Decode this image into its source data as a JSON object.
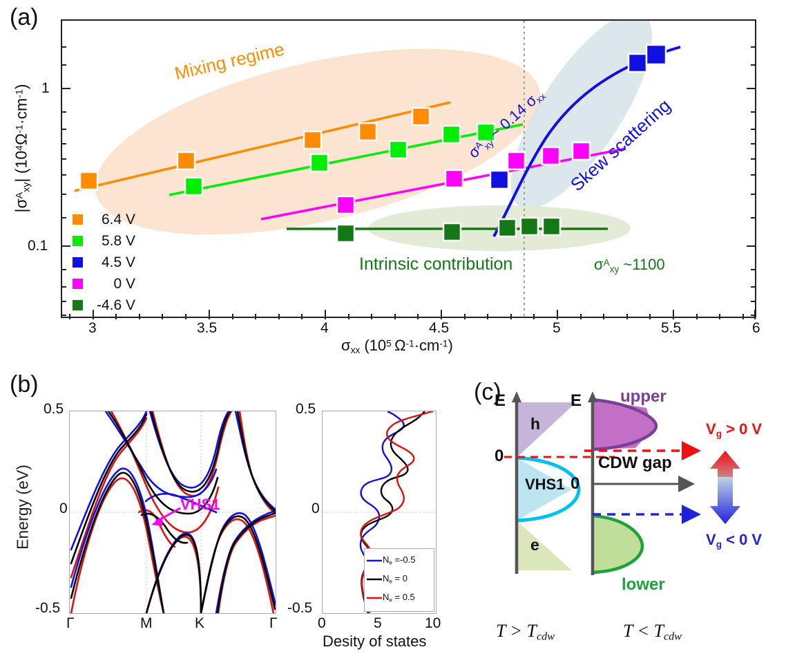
{
  "figure": {
    "panel_a_label": "(a)",
    "panel_b_label": "(b)",
    "panel_c_label": "(c)"
  },
  "panel_a": {
    "y_axis_title_parts": {
      "sigma": "σ",
      "sup": "A",
      "sub": "xy",
      "units_pre": "| (10",
      "units_exp": "4",
      "units_mid": "Ω",
      "units_exp2": "-1",
      "units_mid2": "·cm",
      "units_exp3": "-1",
      "units_close": ")"
    },
    "x_axis_title": "σxx (105 Ω-1·cm-1)",
    "x_ticks": [
      "3",
      "3.5",
      "4",
      "4.5",
      "5",
      "5.5",
      "6"
    ],
    "y_ticks": [
      "1",
      "0.1"
    ],
    "xlim": [
      3,
      6
    ],
    "ylim": [
      0.055,
      1.55
    ],
    "guide_line_x": 5,
    "annotations": {
      "mixing": "Mixing regime",
      "skew": "Skew scattering",
      "intrinsic": "Intrinsic contribution",
      "skew_formula": "~ 0.14",
      "skew_formula_sigma": "σ",
      "skew_formula_sup": "A",
      "skew_formula_sub": "xy",
      "skew_formula_tail_sigma": "σ",
      "skew_formula_tail_sub": "xx",
      "intrinsic_formula_sigma": "σ",
      "intrinsic_formula_sup": "A",
      "intrinsic_formula_sub": "xy",
      "intrinsic_formula_val": "~1100"
    },
    "legend": [
      {
        "label": "6.4 V",
        "color": "#FF8C00"
      },
      {
        "label": "5.8 V",
        "color": "#00EE00"
      },
      {
        "label": "4.5 V",
        "color": "#1010E0"
      },
      {
        "label": "0 V",
        "color": "#FF00FF"
      },
      {
        "label": "-4.6 V",
        "color": "#147814"
      }
    ],
    "colors": {
      "orange": "#FF8C00",
      "green": "#00EE00",
      "blue": "#1010E0",
      "magenta": "#FF00FF",
      "darkgreen": "#147814",
      "ellipse_orange": "#FBE4D0",
      "ellipse_blue": "#D5E3E7",
      "ellipse_green": "#E3EBD6"
    }
  },
  "chart_data": [
    {
      "type": "scatter",
      "title": "Anomalous Hall conductivity vs longitudinal conductivity",
      "xlabel": "σxx (10^5 Ω^-1·cm^-1)",
      "ylabel": "|σ^A_xy| (10^4 Ω^-1·cm^-1)",
      "xlim": [
        3,
        6
      ],
      "ylim": [
        0.055,
        1.55
      ],
      "yscale": "log",
      "xticks": [
        3,
        3.5,
        4,
        4.5,
        5,
        5.5,
        6
      ],
      "yticks": [
        0.1,
        1
      ],
      "grid": false,
      "legend_position": "lower-left",
      "series": [
        {
          "name": "6.4 V",
          "color": "#FF8C00",
          "x": [
            3.03,
            3.45,
            4.0,
            4.24,
            4.47
          ],
          "y": [
            0.245,
            0.36,
            0.52,
            0.58,
            0.71
          ],
          "fit_x": [
            2.95,
            4.62
          ],
          "fit_y": [
            0.228,
            0.75
          ]
        },
        {
          "name": "5.8 V",
          "color": "#00EE00",
          "x": [
            3.51,
            4.06,
            4.4,
            4.63,
            4.78
          ],
          "y": [
            0.245,
            0.355,
            0.45,
            0.555,
            0.57
          ],
          "fit_x": [
            3.38,
            4.92
          ],
          "fit_y": [
            0.222,
            0.585
          ]
        },
        {
          "name": "4.5 V",
          "color": "#1010E0",
          "x": [
            4.9,
            5.5,
            5.58
          ],
          "y": [
            0.245,
            1.04,
            1.14
          ],
          "fit_x": [
            4.78,
            5.8
          ],
          "fit_y": [
            0.165,
            1.3
          ]
        },
        {
          "name": "0 V",
          "color": "#FF00FF",
          "x": [
            4.23,
            4.7,
            4.97,
            5.12,
            5.25
          ],
          "y": [
            0.165,
            0.265,
            0.37,
            0.4,
            0.435
          ],
          "fit_x": [
            3.82,
            5.4
          ],
          "fit_y": [
            0.118,
            0.455
          ]
        },
        {
          "name": "-4.6 V",
          "color": "#147814",
          "x": [
            4.24,
            4.69,
            4.93,
            5.03,
            5.13
          ],
          "y": [
            0.093,
            0.097,
            0.103,
            0.108,
            0.108
          ],
          "fit_x": [
            4.02,
            5.4
          ],
          "fit_y": [
            0.101,
            0.101
          ]
        }
      ],
      "annotations": [
        {
          "text": "Mixing regime",
          "color": "#FF8C00"
        },
        {
          "text": "Skew scattering",
          "color": "#1010E0"
        },
        {
          "text": "Intrinsic contribution",
          "color": "#147814"
        },
        {
          "text": "σ^A_xy ~ 0.14 σxx",
          "color": "#1010E0"
        },
        {
          "text": "σ^A_xy ~1100",
          "color": "#147814"
        }
      ]
    },
    {
      "type": "line",
      "title": "Band structure",
      "xlabel": "",
      "ylabel": "Energy (eV)",
      "ylim": [
        -0.5,
        0.5
      ],
      "yticks": [
        -0.5,
        0,
        0.5
      ],
      "xticks_labels": [
        "Γ",
        "M",
        "K",
        "Γ"
      ],
      "series": [
        {
          "name": "Ne = -0.5",
          "color": "#1010E0"
        },
        {
          "name": "Ne = 0",
          "color": "#000000"
        },
        {
          "name": "Ne = 0.5",
          "color": "#DD1111"
        }
      ],
      "annotations": [
        {
          "text": "VHS1",
          "color": "#FF00FF"
        }
      ]
    },
    {
      "type": "line",
      "title": "Density of states",
      "xlabel": "Desity of states",
      "ylabel": "",
      "ylim": [
        -0.5,
        0.5
      ],
      "yticks": [
        -0.5,
        0,
        0.5
      ],
      "xlim": [
        0,
        10
      ],
      "xticks": [
        0,
        5,
        10
      ],
      "legend_position": "lower-right",
      "series": [
        {
          "name": "Ne =-0.5",
          "color": "#1010E0"
        },
        {
          "name": "Ne = 0",
          "color": "#000000"
        },
        {
          "name": "Ne = 0.5",
          "color": "#DD1111"
        }
      ]
    }
  ],
  "panel_b": {
    "y_axis_title": "Energy (eV)",
    "y_ticks": [
      "0.5",
      "0",
      "-0.5"
    ],
    "x_ticks": [
      "Γ",
      "M",
      "K",
      "Γ"
    ],
    "vhs_label": "VHS1",
    "dos": {
      "x_ticks": [
        "0",
        "5",
        "10"
      ],
      "y_ticks": [
        "0.5",
        "0",
        "-0.5"
      ],
      "x_axis_title": "Desity of states",
      "legend": [
        {
          "n": "N",
          "sub": "e",
          "val": " =-0.5",
          "color": "#1010E0"
        },
        {
          "n": "N",
          "sub": "e",
          "val": " = 0",
          "color": "#000000"
        },
        {
          "n": "N",
          "sub": "e",
          "val": " = 0.5",
          "color": "#DD1111"
        }
      ]
    },
    "colors": {
      "blue": "#1010E0",
      "black": "#000000",
      "red": "#DD1111",
      "magenta": "#FF00FF"
    }
  },
  "panel_c": {
    "left": {
      "e_axis": "E",
      "zero": "0",
      "hole_label": "h",
      "vhs_label": "VHS1",
      "electron_label": "e",
      "caption": "T > Tcdw",
      "caption_parts": {
        "t1": "T > T",
        "sub": "cdw"
      }
    },
    "right": {
      "e_axis": "E",
      "zero": "0",
      "upper_label": "upper",
      "gap_label": "CDW gap",
      "lower_label": "lower",
      "vg_pos": "V",
      "vg_pos_sub": "g",
      "vg_pos_tail": " > 0 V",
      "vg_neg": "V",
      "vg_neg_sub": "g",
      "vg_neg_tail": " < 0 V",
      "caption_parts": {
        "t1": "T < T",
        "sub": "cdw"
      }
    },
    "colors": {
      "purple": "#7B3F98",
      "purple_fill": "#C36FC8",
      "cyan": "#00BFF3",
      "green": "#1DA23A",
      "green_fill": "#BEDE9A",
      "red": "#EE1111",
      "blue": "#2222DD",
      "hole_fill": "#BCA8D4",
      "elec_fill": "#D7E3B4"
    }
  }
}
